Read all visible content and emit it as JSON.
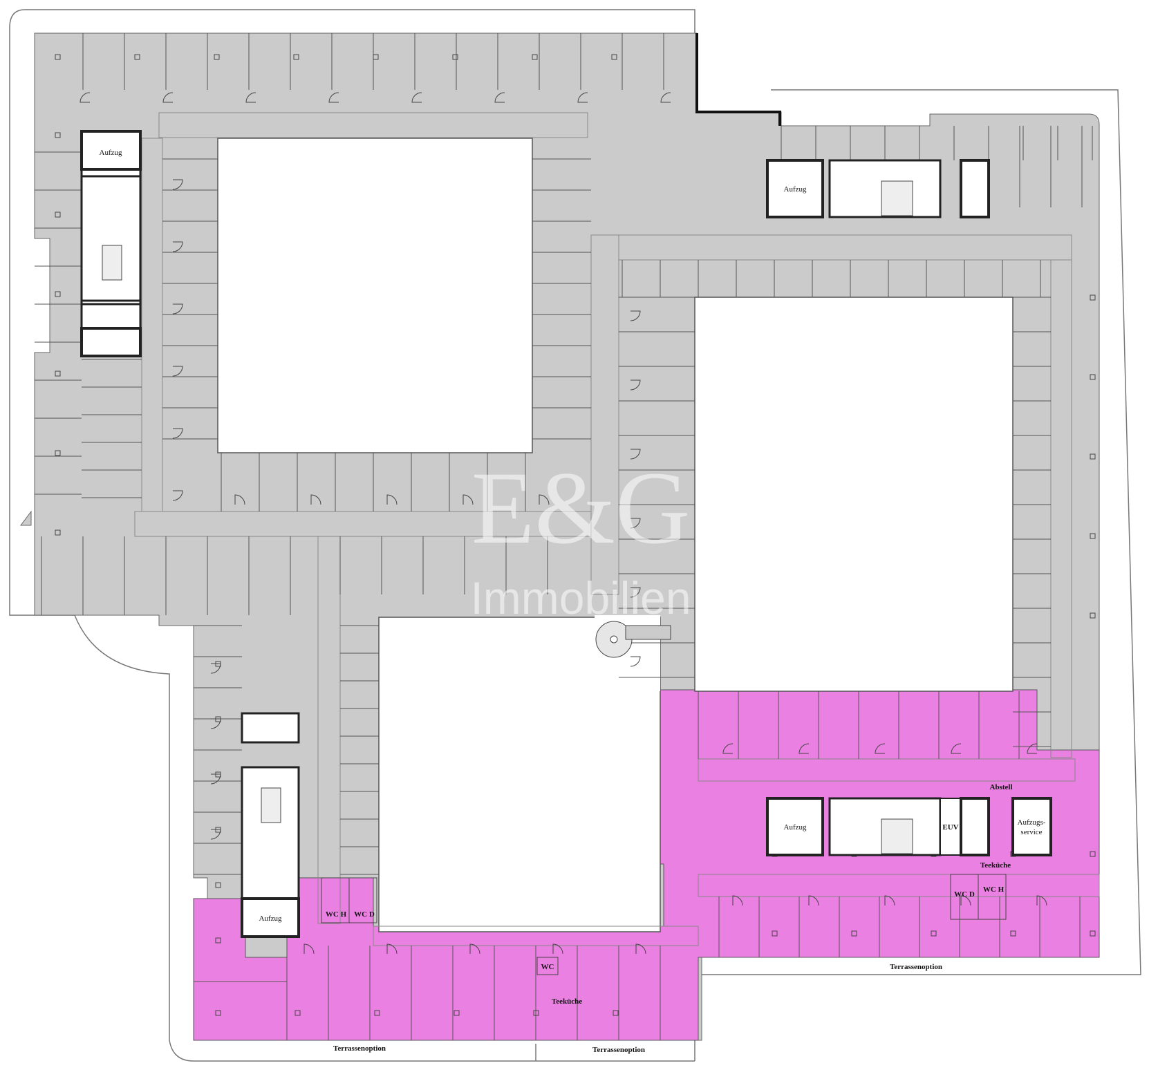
{
  "watermark": {
    "brand": "E&G",
    "subtitle": "Immobilien"
  },
  "colors": {
    "building_grey": "#cbcbcb",
    "highlight_pink": "#ea80e1",
    "wall": "#2b2b2b",
    "outline": "#777777",
    "core_fill": "#ffffff"
  },
  "labels": {
    "elevator_nw": "Aufzug",
    "elevator_ne": "Aufzug",
    "elevator_se": "Aufzug",
    "elevator_sw": "Aufzug",
    "abstell": "Abstell",
    "euv": "EUV",
    "aufzugservice_1": "Aufzugs-",
    "aufzugservice_2": "service",
    "teekueche_east": "Teeküche",
    "teekueche_south": "Teeküche",
    "wc_d_east": "WC D",
    "wc_h_east": "WC H",
    "wc_h_south": "WC H",
    "wc_d_south": "WC D",
    "wc_south": "WC",
    "terrace_east": "Terrassenoption",
    "terrace_south_1": "Terrassenoption",
    "terrace_south_2": "Terrassenoption"
  }
}
